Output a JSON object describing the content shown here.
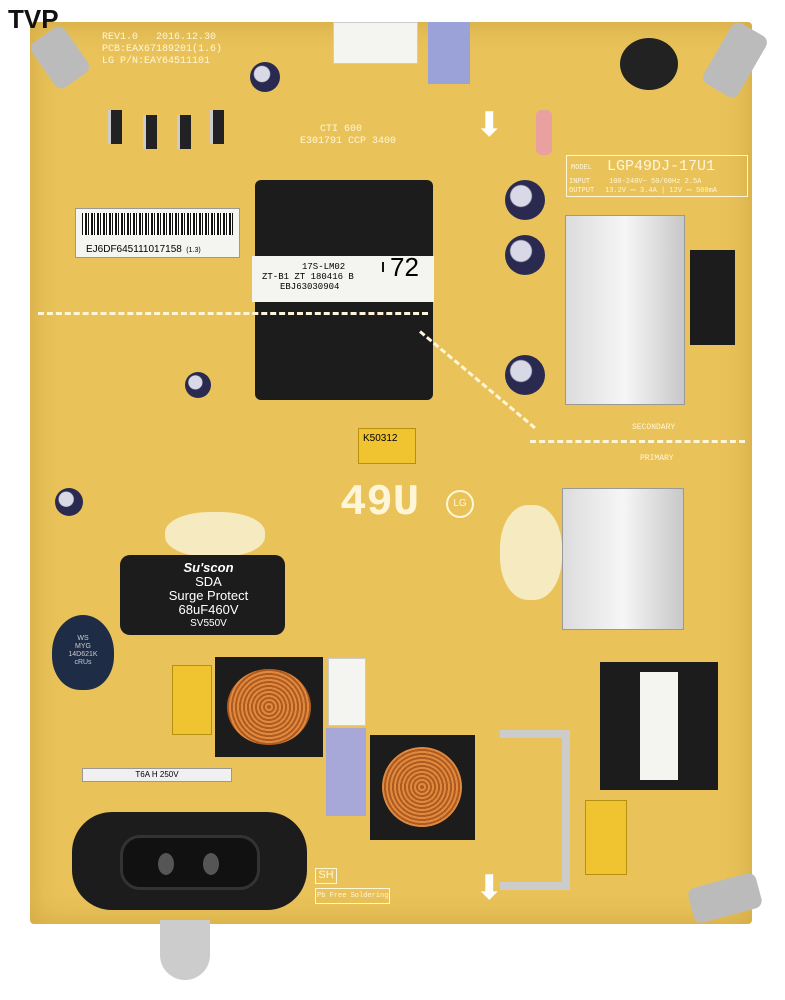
{
  "watermark": "TVP",
  "board": {
    "rev": "REV1.0   2016.12.30",
    "pcb": "PCB:EAX67189201(1.6)",
    "part_no": "LG P/N:EAY64511101",
    "barcode_text": "EJ6DF645111017158",
    "barcode_rev": "(1.3)",
    "cti": "CTI 600",
    "ul": "E301791 CCP 3400",
    "model_label": "MODEL",
    "model": "LGP49DJ-17U1",
    "input_label": "INPUT",
    "input": "100-240V~ 50/60Hz 2.5A",
    "output_label": "OUTPUT",
    "output": "13.2V ⎓ 3.4A | 12V ⎓ 500mA",
    "transformer": {
      "line1": "17S-LM02",
      "line2": "ZT-B1 ZT 180416 B",
      "line3": "EBJ63030904",
      "number": "72"
    },
    "size_marking": "49U",
    "brand": "LG",
    "secondary": "SECONDARY",
    "primary": "PRIMARY",
    "film_cap": "K50312",
    "main_cap": {
      "brand": "Su'scon",
      "series": "SDA",
      "feature": "Surge Protect",
      "rating": "68uF460V",
      "surge": "SV550V"
    },
    "varistor": [
      "WS",
      "MYG",
      "14D621K",
      "cRUs"
    ],
    "fuse": "T6A H 250V",
    "sh": "SH",
    "pb_free": "Pb Free Soldering"
  },
  "colors": {
    "board": "#e9c35a",
    "silkscreen": "#fff6d8"
  }
}
